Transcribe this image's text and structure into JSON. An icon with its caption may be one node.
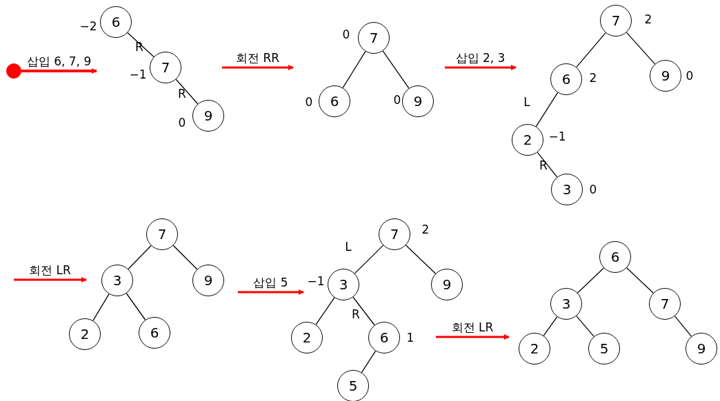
{
  "diagram": {
    "nodes": [
      {
        "text": [],
        "shape": "circle"
      },
      {
        "text": [
          "6"
        ],
        "beside": [
          "−2"
        ]
      },
      {
        "text": [
          "7"
        ],
        "beside": [
          "−1"
        ]
      },
      {
        "text": [
          "9"
        ],
        "beside": [
          "0"
        ]
      },
      {
        "text": [
          "7"
        ],
        "beside": [
          "0"
        ]
      },
      {
        "text": [
          "6"
        ],
        "beside": [
          "0"
        ]
      },
      {
        "text": [
          "9"
        ],
        "beside": [
          "0"
        ]
      },
      {
        "text": [
          "7"
        ],
        "beside": [
          "2"
        ]
      },
      {
        "text": [
          "6"
        ],
        "beside": [
          "2"
        ]
      },
      {
        "text": [
          "9"
        ],
        "beside": [
          "0"
        ]
      },
      {
        "text": [
          "2"
        ],
        "beside": [
          "−1"
        ]
      },
      {
        "text": [
          "3"
        ],
        "beside": [
          "0"
        ]
      },
      {
        "text": [
          "7"
        ]
      },
      {
        "text": [
          "3"
        ]
      },
      {
        "text": [
          "9"
        ]
      },
      {
        "text": [
          "2"
        ]
      },
      {
        "text": [
          "6"
        ]
      },
      {
        "text": [
          "7"
        ],
        "beside": [
          "2"
        ]
      },
      {
        "text": [
          "3"
        ],
        "beside": [
          "−1"
        ]
      },
      {
        "text": [
          "9"
        ]
      },
      {
        "text": [
          "2"
        ]
      },
      {
        "text": [
          "6"
        ],
        "beside": [
          "1"
        ]
      },
      {
        "text": [
          "5"
        ]
      },
      {
        "text": [
          "6"
        ]
      },
      {
        "text": [
          "3"
        ]
      },
      {
        "text": [
          "7"
        ]
      },
      {
        "text": [
          "2"
        ]
      },
      {
        "text": [
          "5"
        ]
      },
      {
        "text": [
          "9"
        ]
      }
    ],
    "edges": [
      {
        "from": 0,
        "to": null,
        "arrow": "to",
        "label": "삽입 6, 7, 9",
        "style": "thick",
        "color": "#ff0000"
      },
      {
        "from": 1,
        "to": 2,
        "arrow": "none",
        "label": "R"
      },
      {
        "from": 2,
        "to": 3,
        "arrow": "none",
        "label": "R"
      },
      {
        "from": 4,
        "to": 5,
        "arrow": "none"
      },
      {
        "from": 4,
        "to": 6,
        "arrow": "none"
      },
      {
        "from": 7,
        "to": 8,
        "arrow": "none"
      },
      {
        "from": 7,
        "to": 9,
        "arrow": "none"
      },
      {
        "from": 8,
        "to": 10,
        "arrow": "none",
        "label": "L"
      },
      {
        "from": 10,
        "to": 11,
        "arrow": "none",
        "label": "R"
      },
      {
        "from": 12,
        "to": 13,
        "arrow": "none"
      },
      {
        "from": 12,
        "to": 14,
        "arrow": "none"
      },
      {
        "from": 13,
        "to": 15,
        "arrow": "none"
      },
      {
        "from": 13,
        "to": 16,
        "arrow": "none"
      },
      {
        "from": 17,
        "to": 18,
        "arrow": "none",
        "label": "L"
      },
      {
        "from": 17,
        "to": 19,
        "arrow": "none"
      },
      {
        "from": 18,
        "to": 20,
        "arrow": "none"
      },
      {
        "from": 18,
        "to": 21,
        "arrow": "none",
        "label": "R"
      },
      {
        "from": 21,
        "to": 22,
        "arrow": "none"
      },
      {
        "from": 23,
        "to": 24,
        "arrow": "none"
      },
      {
        "from": 23,
        "to": 25,
        "arrow": "none"
      },
      {
        "from": 24,
        "to": 26,
        "arrow": "none"
      },
      {
        "from": 24,
        "to": 27,
        "arrow": "none"
      },
      {
        "from": 25,
        "to": 28,
        "arrow": "none"
      }
    ],
    "labels": [
      "회전 RR",
      "삽입 2, 3",
      "회전 LR",
      "삽입 5",
      "회전 LR"
    ]
  }
}
